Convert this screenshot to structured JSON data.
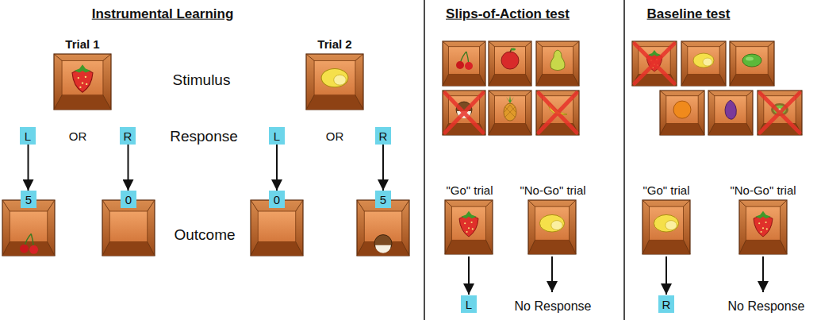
{
  "diagram": {
    "nodes": [
      {
        "text": [
          "L"
        ]
      },
      {
        "text": [
          "R"
        ]
      },
      {
        "text": [
          "L"
        ]
      },
      {
        "text": [
          "R"
        ]
      },
      {
        "text": [
          "5"
        ]
      },
      {
        "text": [
          "0"
        ]
      },
      {
        "text": [
          "0"
        ]
      },
      {
        "text": [
          "5"
        ]
      },
      {
        "text": [
          "L"
        ]
      },
      {
        "text": [
          "R"
        ]
      }
    ],
    "edges": [
      {
        "from": 0,
        "to": 4,
        "arrow": "to"
      },
      {
        "from": 1,
        "to": 5,
        "arrow": "to"
      },
      {
        "from": 2,
        "to": 6,
        "arrow": "to"
      },
      {
        "from": 3,
        "to": 7,
        "arrow": "to"
      }
    ],
    "labels": [
      "Instrumental Learning",
      "Trial 1",
      "Trial 2",
      "Stimulus",
      "OR",
      "Response",
      "OR",
      "Outcome",
      "Slips-of-Action test",
      "Baseline test",
      "\"Go\" trial",
      "\"No-Go\" trial",
      "\"Go\" trial",
      "\"No-Go\" trial",
      "No Response",
      "No Response"
    ]
  }
}
